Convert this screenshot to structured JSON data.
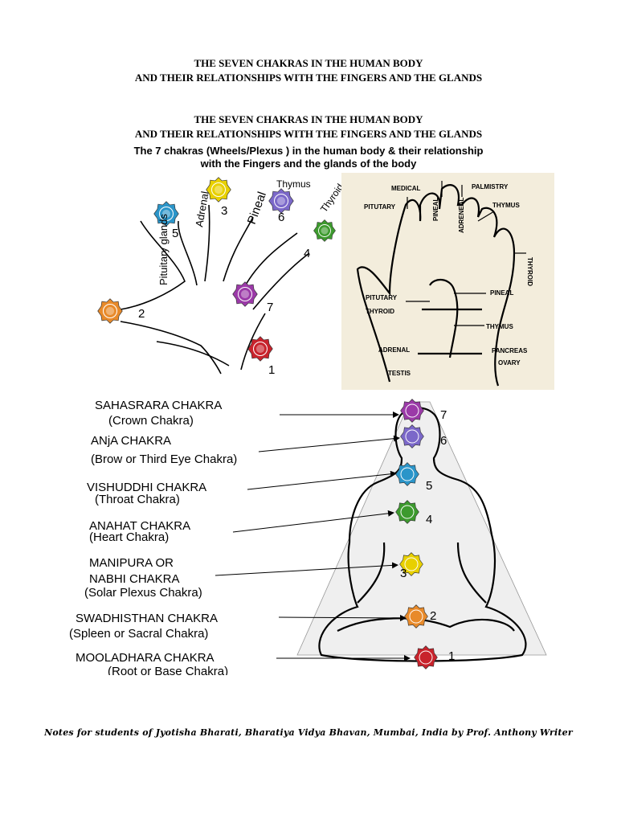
{
  "header": {
    "title1_line1": "THE SEVEN  CHAKRAS IN THE HUMAN BODY",
    "title1_line2": "AND THEIR RELATIONSHIPS WITH THE FINGERS AND THE GLANDS",
    "title2_line1": "THE SEVEN CHAKRAS IN THE HUMAN BODY",
    "title2_line2": "AND THEIR RELATIONSHIPS WITH THE FINGERS AND THE GLANDS",
    "subtitle_line1": "The  7 chakras (Wheels/Plexus ) in the human body  & their relationship",
    "subtitle_line2": "with the Fingers and the glands of the body"
  },
  "left_hand": {
    "gland_labels": [
      "Pituitary glands",
      "Adrenal",
      "Pineal",
      "Thymus",
      "Thyroid"
    ],
    "numbers": [
      "1",
      "2",
      "3",
      "4",
      "5",
      "6",
      "7"
    ]
  },
  "right_hand": {
    "labels": [
      "MEDICAL",
      "PALMISTRY",
      "PITUTARY",
      "PINEAL",
      "ADRENEAL",
      "THYMUS",
      "THYROID",
      "PITUTARY",
      "PINEAL",
      "THYROID",
      "THYMUS",
      "ADRENAL",
      "PANCREAS",
      "OVARY",
      "TESTIS"
    ]
  },
  "chakras": [
    {
      "number": "7",
      "name": "SAHASRARA CHAKRA",
      "alias": "(Crown Chakra)",
      "color": "#9b3aa8"
    },
    {
      "number": "6",
      "name": "ANjA CHAKRA",
      "alias": "(Brow or Third Eye Chakra)",
      "color": "#7b68c9"
    },
    {
      "number": "5",
      "name": "VISHUDDHI CHAKRA",
      "alias": "(Throat Chakra)",
      "color": "#2b95c9"
    },
    {
      "number": "4",
      "name": "ANAHAT CHAKRA",
      "alias": "(Heart Chakra)",
      "color": "#3d9a2e"
    },
    {
      "number": "3",
      "name": "MANIPURA OR",
      "name2": "NABHI CHAKRA",
      "alias": "(Solar Plexus Chakra)",
      "color": "#e8d000"
    },
    {
      "number": "2",
      "name": "SWADHISTHAN CHAKRA",
      "alias": "(Spleen or Sacral Chakra)",
      "color": "#e88a2a"
    },
    {
      "number": "1",
      "name": "MOOLADHARA CHAKRA",
      "alias": "(Root or Base Chakra)",
      "color": "#c8232c"
    }
  ],
  "footer": "Notes for students of Jyotisha Bharati, Bharatiya Vidya Bhavan, Mumbai, India by Prof. Anthony Writer"
}
